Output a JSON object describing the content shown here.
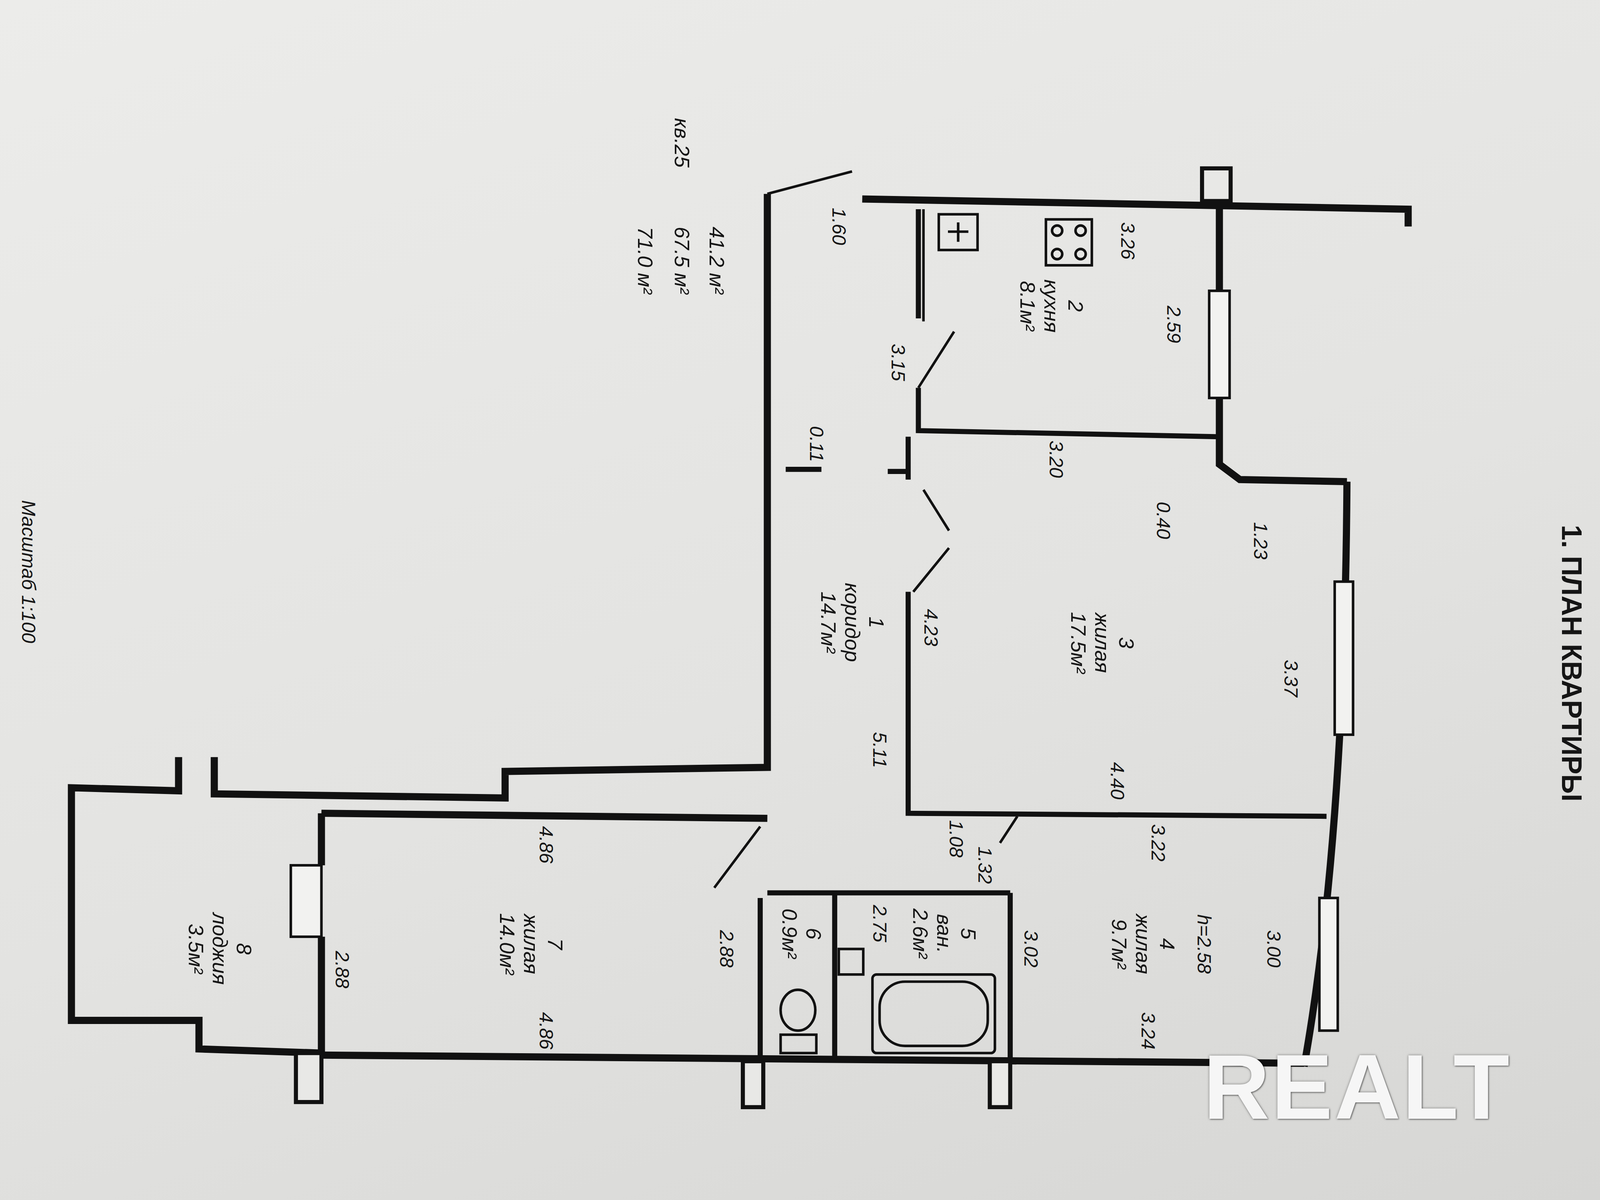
{
  "diagram": {
    "title": "1. ПЛАН КВАРТИРЫ",
    "nodes": [
      {
        "text": [
          "1",
          "коридор",
          "14.7м²"
        ]
      },
      {
        "text": [
          "2",
          "кухня",
          "8.1м²"
        ]
      },
      {
        "text": [
          "3",
          "жилая",
          "17.5м²"
        ]
      },
      {
        "text": [
          "4",
          "жилая",
          "9.7м²"
        ]
      },
      {
        "text": [
          "5",
          "ван.",
          "2.6м²"
        ]
      },
      {
        "text": [
          "6",
          "0.9м²"
        ]
      },
      {
        "text": [
          "7",
          "жилая",
          "14.0м²"
        ]
      },
      {
        "text": [
          "8",
          "лоджия",
          "3.5м²"
        ]
      }
    ],
    "labels": [
      "кв.25",
      "41.2 м²",
      "67.5 м²",
      "71.0 м²",
      "1.60",
      "3.26",
      "2.59",
      "3.15",
      "0.11",
      "3.20",
      "0.40",
      "1.23",
      "3.37",
      "4.23",
      "5.11",
      "4.40",
      "1.08",
      "3.22",
      "1.32",
      "2.75",
      "3.02",
      "h=2.58",
      "3.00",
      "4.86",
      "2.88",
      "2.88",
      "4.86",
      "3.24",
      "Масштаб 1:100",
      "REALT"
    ]
  }
}
